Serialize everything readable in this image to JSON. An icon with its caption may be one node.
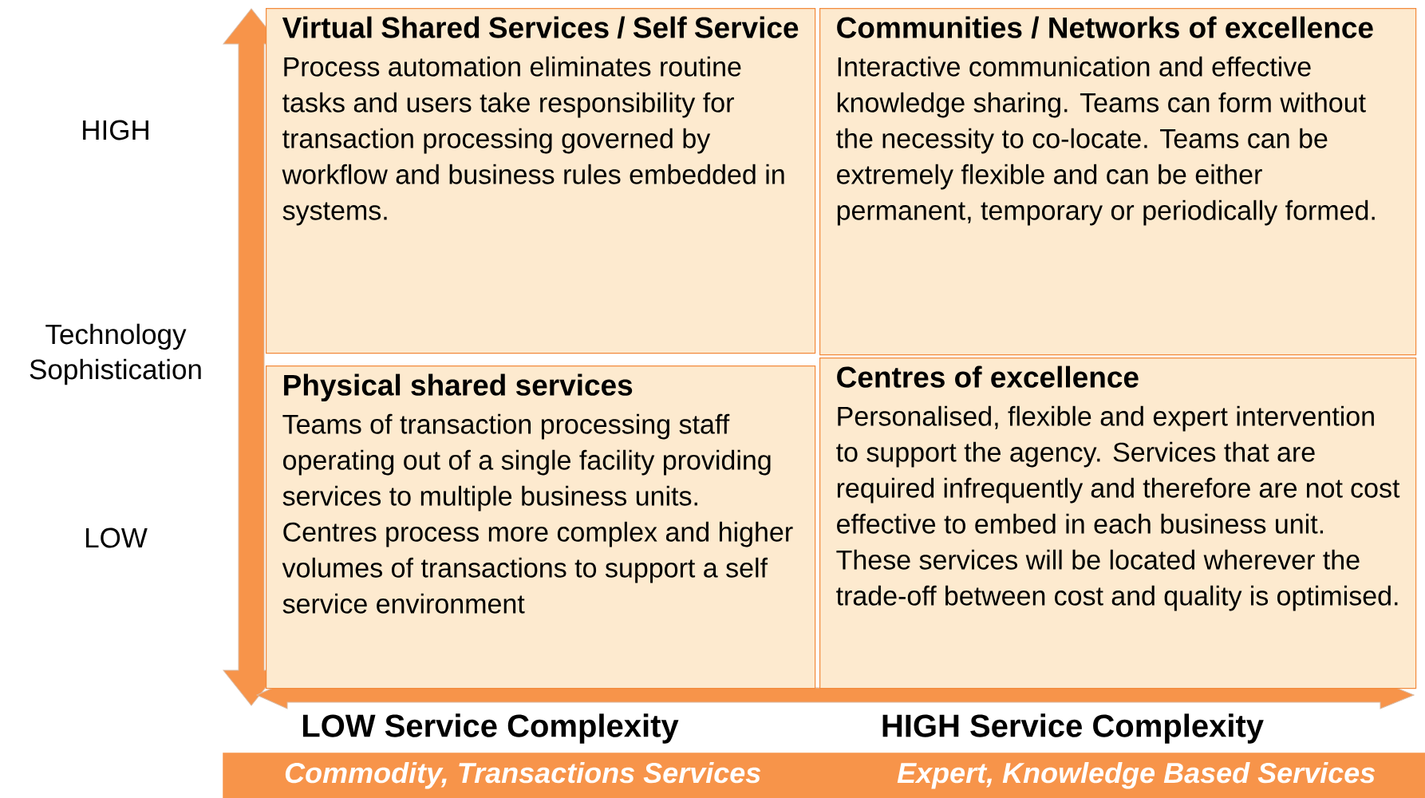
{
  "diagram": {
    "nodes": [
      {
        "text": [
          "Virtual Shared Services / Self Service",
          "Process automation eliminates routine tasks and users take responsibility for transaction processing governed by workflow and business rules embedded in systems."
        ]
      },
      {
        "text": [
          "Communities / Networks of excellence",
          "Interactive communication and effective knowledge sharing. Teams can form without the necessity to co-locate. Teams can be extremely flexible and can be either permanent, temporary or periodically formed."
        ]
      },
      {
        "text": [
          "Physical shared services",
          "Teams of transaction processing staff operating out of a single facility providing services to multiple business units. Centres process more complex and higher volumes of transactions to support a self service environment"
        ]
      },
      {
        "text": [
          "Centres of excellence",
          "Personalised, flexible and expert intervention to support the agency. Services that are required infrequently and therefore are not cost effective to embed in each business unit.  These services will be located wherever the trade-off between cost and quality is optimised."
        ]
      },
      {
        "text": [
          "Commodity, Transactions Services",
          "Expert, Knowledge Based Services"
        ]
      }
    ],
    "labels": [
      "HIGH",
      "Technology Sophistication",
      "LOW",
      "LOW Service Complexity",
      "HIGH Service Complexity"
    ]
  }
}
